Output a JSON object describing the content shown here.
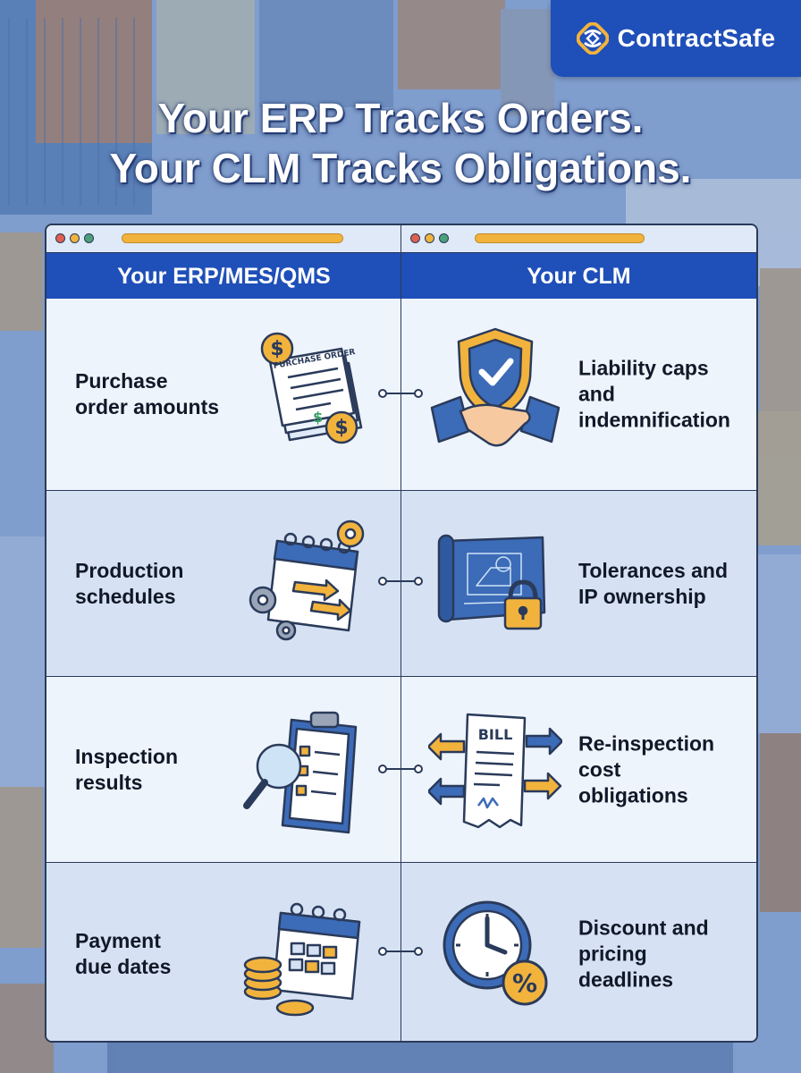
{
  "brand": {
    "name": "ContractSafe",
    "logo_icon": "contractsafe-logo-icon"
  },
  "title": {
    "line1": "Your ERP Tracks Orders.",
    "line2": "Your CLM Tracks Obligations."
  },
  "columns": {
    "left": {
      "heading": "Your ERP/MES/QMS"
    },
    "right": {
      "heading": "Your CLM"
    }
  },
  "rows": [
    {
      "left": {
        "lines": [
          "Purchase",
          "order amounts"
        ],
        "icon": "purchase-order-icon"
      },
      "right": {
        "lines": [
          "Liability caps",
          "and",
          "indemnification"
        ],
        "icon": "shield-handshake-icon"
      },
      "po_document_text": "PURCHASE ORDER"
    },
    {
      "left": {
        "lines": [
          "Production",
          "schedules"
        ],
        "icon": "production-calendar-gears-icon"
      },
      "right": {
        "lines": [
          "Tolerances and",
          "IP ownership"
        ],
        "icon": "blueprint-lock-icon"
      }
    },
    {
      "left": {
        "lines": [
          "Inspection",
          "results"
        ],
        "icon": "clipboard-magnifier-icon"
      },
      "right": {
        "lines": [
          "Re-inspection",
          "cost",
          "obligations"
        ],
        "icon": "bill-arrows-icon"
      },
      "bill_text": "BILL"
    },
    {
      "left": {
        "lines": [
          "Payment",
          "due dates"
        ],
        "icon": "calendar-coins-icon"
      },
      "right": {
        "lines": [
          "Discount and",
          "pricing",
          "deadlines"
        ],
        "icon": "clock-percent-icon"
      }
    }
  ],
  "colors": {
    "brand_blue": "#1f4fb8",
    "accent_gold": "#f2b33d",
    "panel_light": "#eef4fc",
    "panel_alt": "#d6e2f3",
    "outline": "#2a3a5a"
  }
}
